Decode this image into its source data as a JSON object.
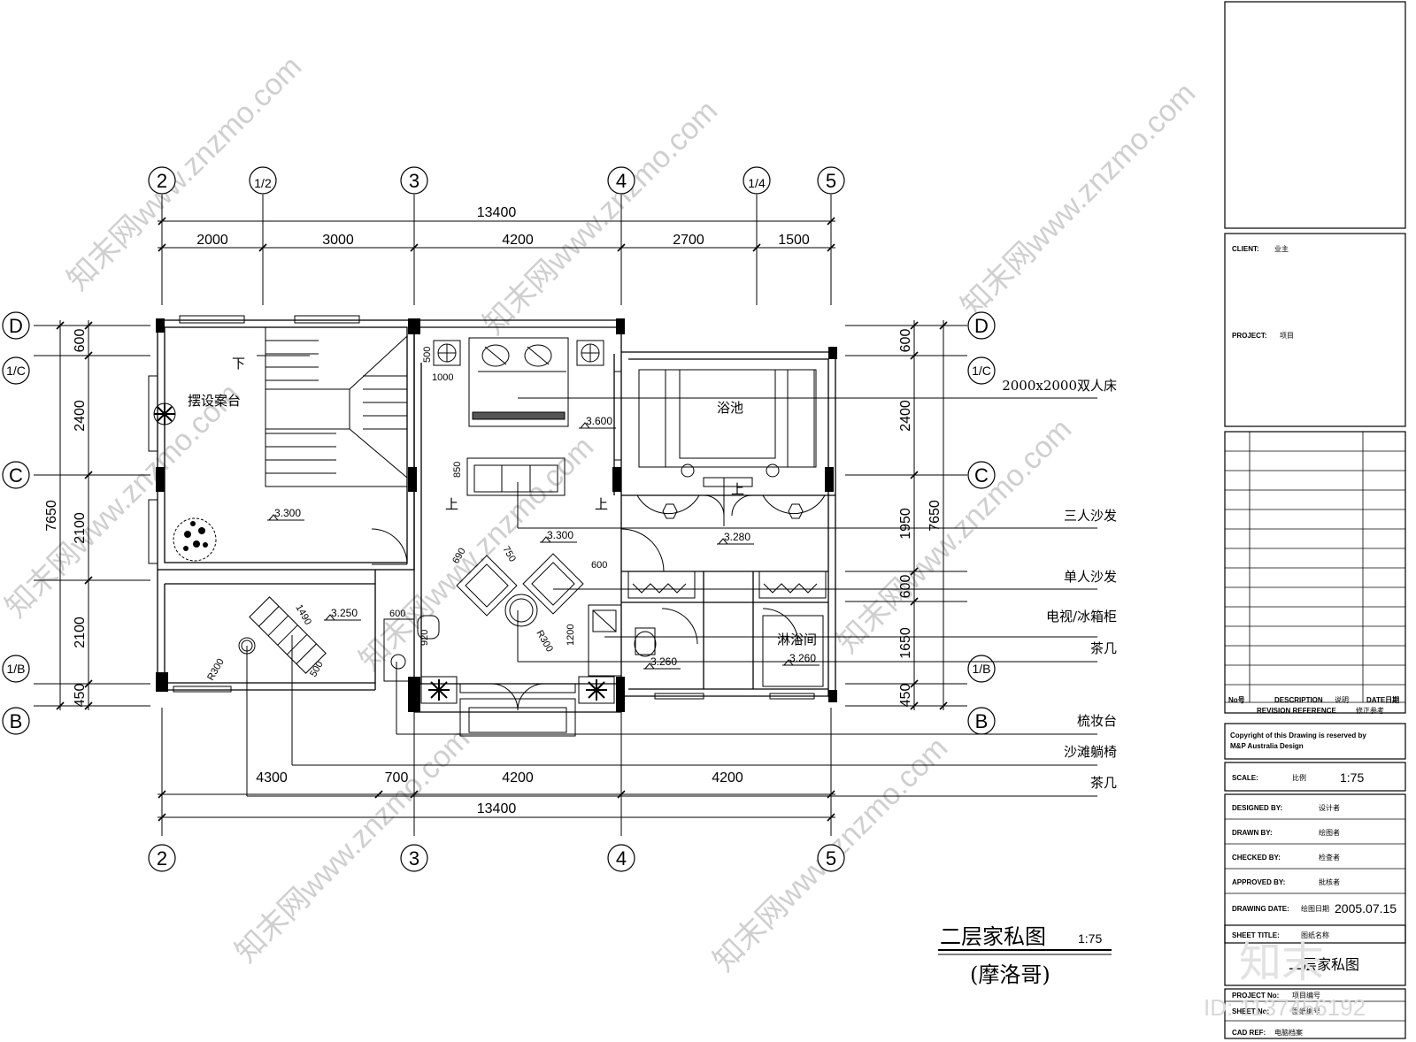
{
  "grid": {
    "top": [
      "2",
      "1/2",
      "3",
      "4",
      "1/4",
      "5"
    ],
    "bottom": [
      "2",
      "3",
      "4",
      "5"
    ],
    "left": [
      "D",
      "1/C",
      "C",
      "1/B",
      "B"
    ],
    "right": [
      "D",
      "1/C",
      "C",
      "1/B",
      "B"
    ]
  },
  "dims": {
    "top_total": "13400",
    "top_segments": [
      "2000",
      "3000",
      "4200",
      "2700",
      "1500"
    ],
    "bottom_segments": [
      "4300",
      "700",
      "4200",
      "4200"
    ],
    "bottom_total": "13400",
    "left_total": "7650",
    "left_segments": [
      "600",
      "2400",
      "2100",
      "2100",
      "450"
    ],
    "right_total": "7650",
    "right_segments": [
      "600",
      "2400",
      "1950",
      "600",
      "1650",
      "450"
    ]
  },
  "rooms": {
    "display_table": "摆设案台",
    "down": "下",
    "up1": "上",
    "up2": "上",
    "up3": "上",
    "bathtub": "浴池",
    "shower": "淋浴间"
  },
  "levels": {
    "stair_hall": "3.300",
    "terrace": "3.250",
    "living": "3.300",
    "bedroom": "3.600",
    "bath": "3.280",
    "wc1": "3.260",
    "wc2": "3.260"
  },
  "inner_dims": {
    "d500": "500",
    "d1000": "1000",
    "d850": "850",
    "d690": "690",
    "d750": "750",
    "d600a": "600",
    "d600b": "600",
    "d1200": "1200",
    "d920": "920",
    "r300a": "R300",
    "r300b": "R300",
    "d1490": "1490",
    "d500b": "500"
  },
  "labels": [
    "2000x2000双人床",
    "三人沙发",
    "单人沙发",
    "电视/冰箱柜",
    "茶几",
    "梳妆台",
    "沙滩躺椅",
    "茶几"
  ],
  "title": {
    "main": "二层家私图",
    "scale": "1:75",
    "sub": "(摩洛哥)"
  },
  "titleblock": {
    "client_label": "CLIENT:",
    "client_value": "业主",
    "project_label": "PROJECT:",
    "project_value": "项目",
    "no": "No号",
    "description": "DESCRIPTION",
    "description_cn": "说明",
    "date": "DATE日期",
    "revision": "REVISION REFERENCE",
    "revision_cn": "修正参考",
    "copyright1": "Copyright of this Drawing is reserved by",
    "copyright2": "M&P Australia Design",
    "scale_label": "SCALE:",
    "scale_cn": "比例",
    "scale_value": "1:75",
    "designed_label": "DESIGNED BY:",
    "designed_cn": "设计者",
    "drawn_label": "DRAWN BY:",
    "drawn_cn": "绘图者",
    "checked_label": "CHECKED BY:",
    "checked_cn": "检查者",
    "approved_label": "APPROVED BY:",
    "approved_cn": "批核者",
    "date_label": "DRAWING DATE:",
    "date_cn": "绘图日期",
    "date_value": "2005.07.15",
    "sheet_title_label": "SHEET TITLE:",
    "sheet_title_cn": "图纸名称",
    "sheet_title_value": "二层家私图",
    "project_no_label": "PROJECT No:",
    "project_no_cn": "项目编号",
    "sheet_no_label": "SHEET No:",
    "sheet_no_cn": "图纸编号",
    "cad_ref_label": "CAD REF:",
    "cad_ref_cn": "电脑档案"
  },
  "watermark": {
    "text": "知末网www.znzmo.com",
    "logo": "知末",
    "id": "ID: 1137456192"
  }
}
